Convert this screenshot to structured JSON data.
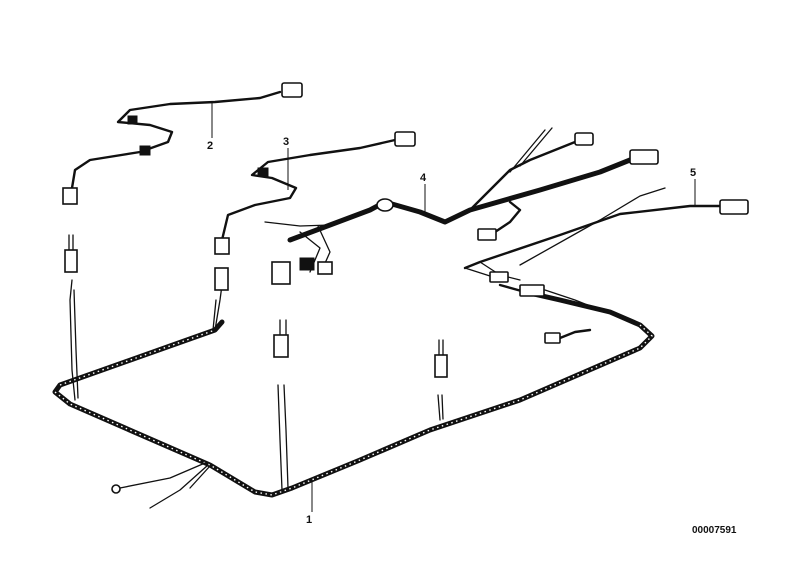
{
  "callouts": [
    {
      "id": "c1",
      "label": "1"
    },
    {
      "id": "c2",
      "label": "2"
    },
    {
      "id": "c3",
      "label": "3"
    },
    {
      "id": "c4",
      "label": "4"
    },
    {
      "id": "c5",
      "label": "5"
    }
  ],
  "diagram_id": "00007591"
}
